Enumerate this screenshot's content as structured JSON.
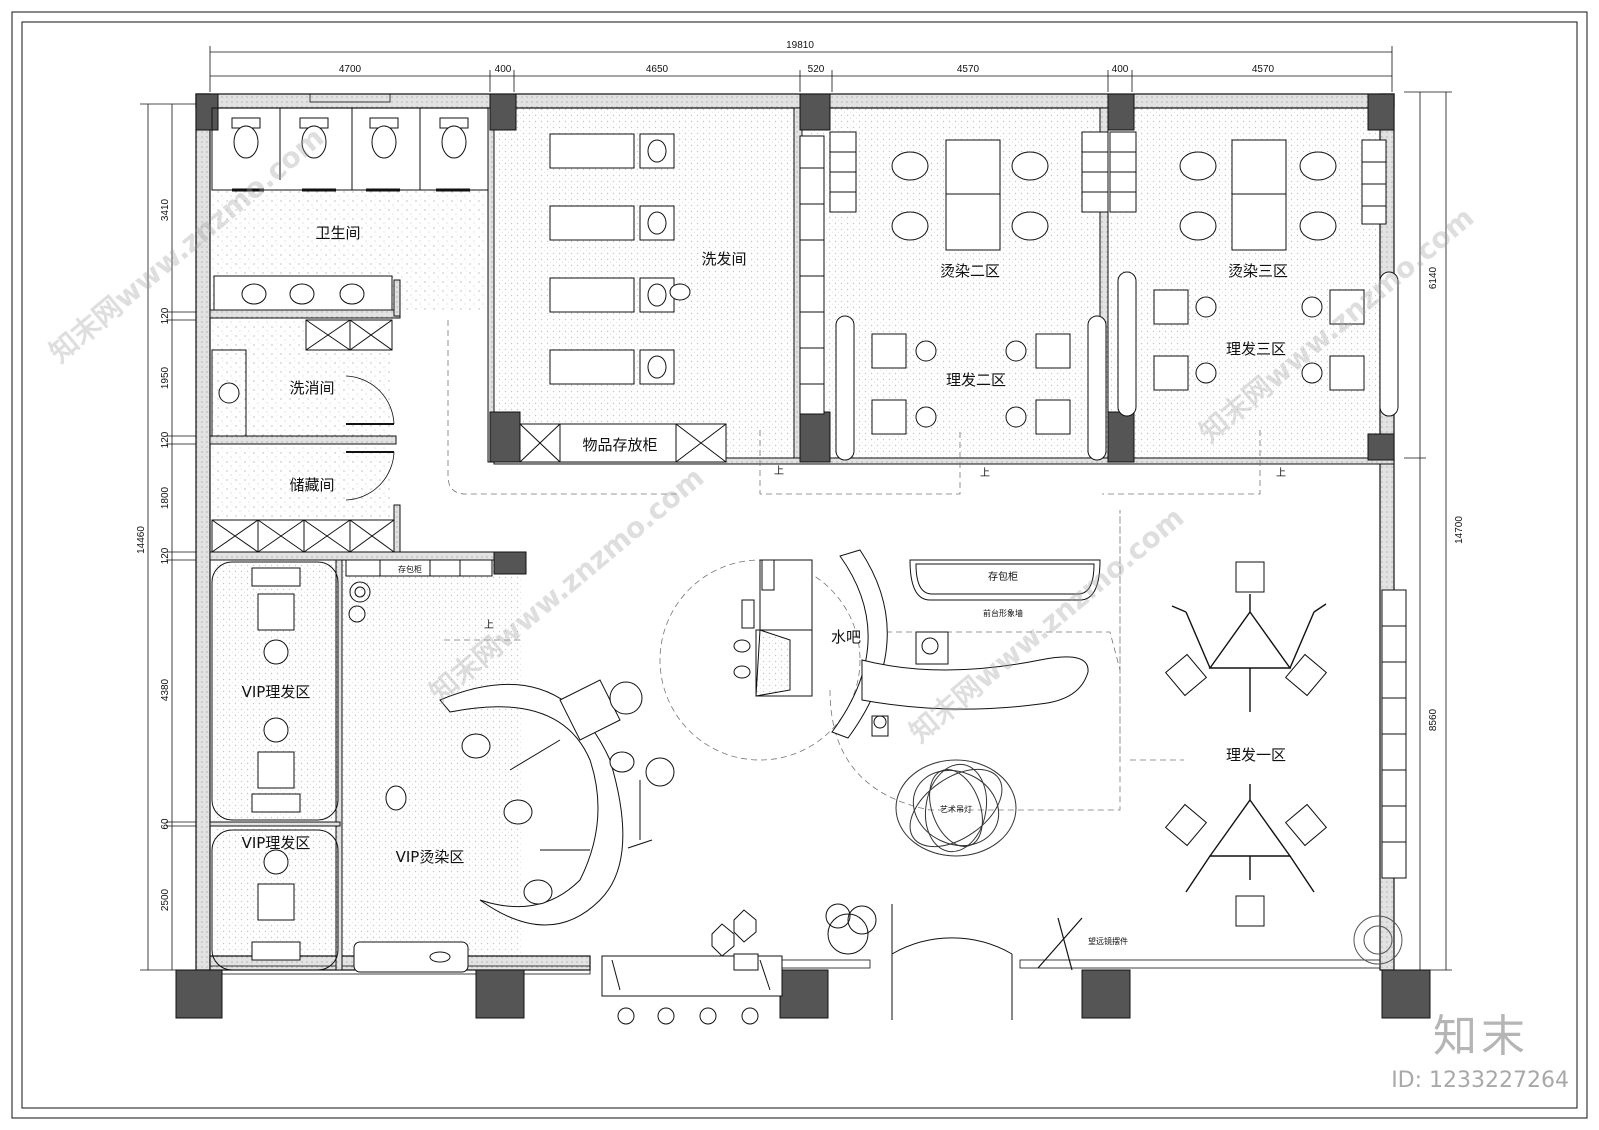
{
  "dimensions": {
    "total_width": "19810",
    "top_segments": [
      "4700",
      "400",
      "4650",
      "520",
      "4570",
      "400",
      "4570"
    ],
    "total_height": "14460",
    "left_segments": [
      "3410",
      "120",
      "1950",
      "120",
      "1800",
      "120",
      "4380",
      "60",
      "2500"
    ],
    "right_total": "14700",
    "right_segments": [
      "6140",
      "8560"
    ]
  },
  "rooms": {
    "toilet": "卫生间",
    "disinfection": "洗消间",
    "storage": "储藏间",
    "wash": "洗发间",
    "cabinet": "物品存放柜",
    "perm2": "烫染二区",
    "cut2": "理发二区",
    "perm3": "烫染三区",
    "cut3": "理发三区",
    "locker_small": "存包柜",
    "vip_cut_1": "VIP理发区",
    "vip_cut_2": "VIP理发区",
    "vip_perm": "VIP烫染区",
    "water_bar": "水吧",
    "locker": "存包柜",
    "front_wall": "前台形象墙",
    "cut1": "理发一区",
    "art_lamp": "艺术吊灯",
    "telescope": "望远镜摆件",
    "up_labels": [
      "上",
      "上",
      "上",
      "上"
    ]
  },
  "watermarks": {
    "site": "知末网www.znzmo.com",
    "brand": "知末",
    "id": "ID: 1233227264"
  },
  "colors": {
    "line": "#111111",
    "column": "#555555",
    "dots": "#bbbbbb"
  }
}
